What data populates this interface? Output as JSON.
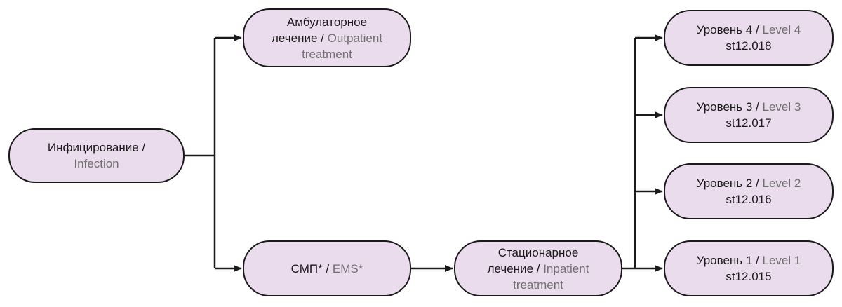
{
  "colors": {
    "node_fill": "#eadcec",
    "stroke": "#1a1a1a",
    "english_text": "#6f6f6f"
  },
  "nodes": {
    "infection": {
      "ru": "Инфицирование /",
      "en": "Infection"
    },
    "outpatient": {
      "ru_line1": "Амбулаторное",
      "ru_line2": "лечение / ",
      "en_line2": "Outpatient",
      "en_line3": "treatment"
    },
    "ems": {
      "ru": "СМП* / ",
      "en": "EMS*"
    },
    "inpatient": {
      "ru_line1": "Стационарное",
      "ru_line2": "лечение / ",
      "en_line2": "Inpatient",
      "en_line3": "treatment"
    },
    "level4": {
      "ru": "Уровень 4 / ",
      "en": "Level 4",
      "code": "st12.018"
    },
    "level3": {
      "ru": "Уровень 3 / ",
      "en": "Level 3",
      "code": "st12.017"
    },
    "level2": {
      "ru": "Уровень 2 / ",
      "en": "Level 2",
      "code": "st12.016"
    },
    "level1": {
      "ru": "Уровень 1 / ",
      "en": "Level 1",
      "code": "st12.015"
    }
  }
}
